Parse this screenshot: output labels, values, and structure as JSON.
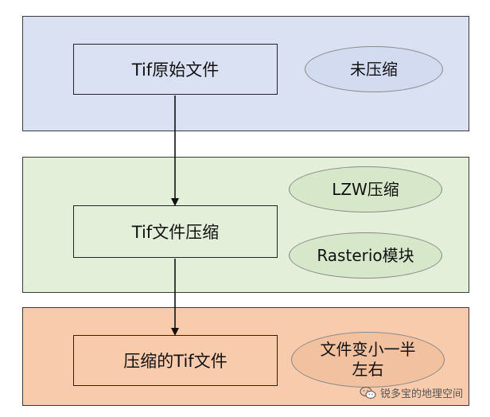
{
  "colors": {
    "band_top_fill": "#dae1f2",
    "band_mid_fill": "#e3efd9",
    "band_bot_fill": "#f8cbad",
    "ellipse_top_fill": "#d2dbf0",
    "ellipse_mid_fill": "#d6e8c9",
    "ellipse_bot_fill": "#f2c2a0",
    "box_top_fill": "#dae1f2",
    "box_mid_fill": "#e3efd9",
    "box_bot_fill": "#f8cbad",
    "arrow": "#111111"
  },
  "nodes": {
    "original": {
      "label": "Tif原始文件"
    },
    "compress": {
      "label": "Tif文件压缩"
    },
    "result": {
      "label": "压缩的Tif文件"
    }
  },
  "notes": {
    "uncompressed": {
      "label": "未压缩"
    },
    "lzw": {
      "label": "LZW压缩"
    },
    "rasterio": {
      "label": "Rasterio模块"
    },
    "half_size": {
      "line1": "文件变小一半",
      "line2": "左右"
    }
  },
  "watermark": {
    "text": "锐多宝的地理空间",
    "icon": "wechat-icon"
  }
}
